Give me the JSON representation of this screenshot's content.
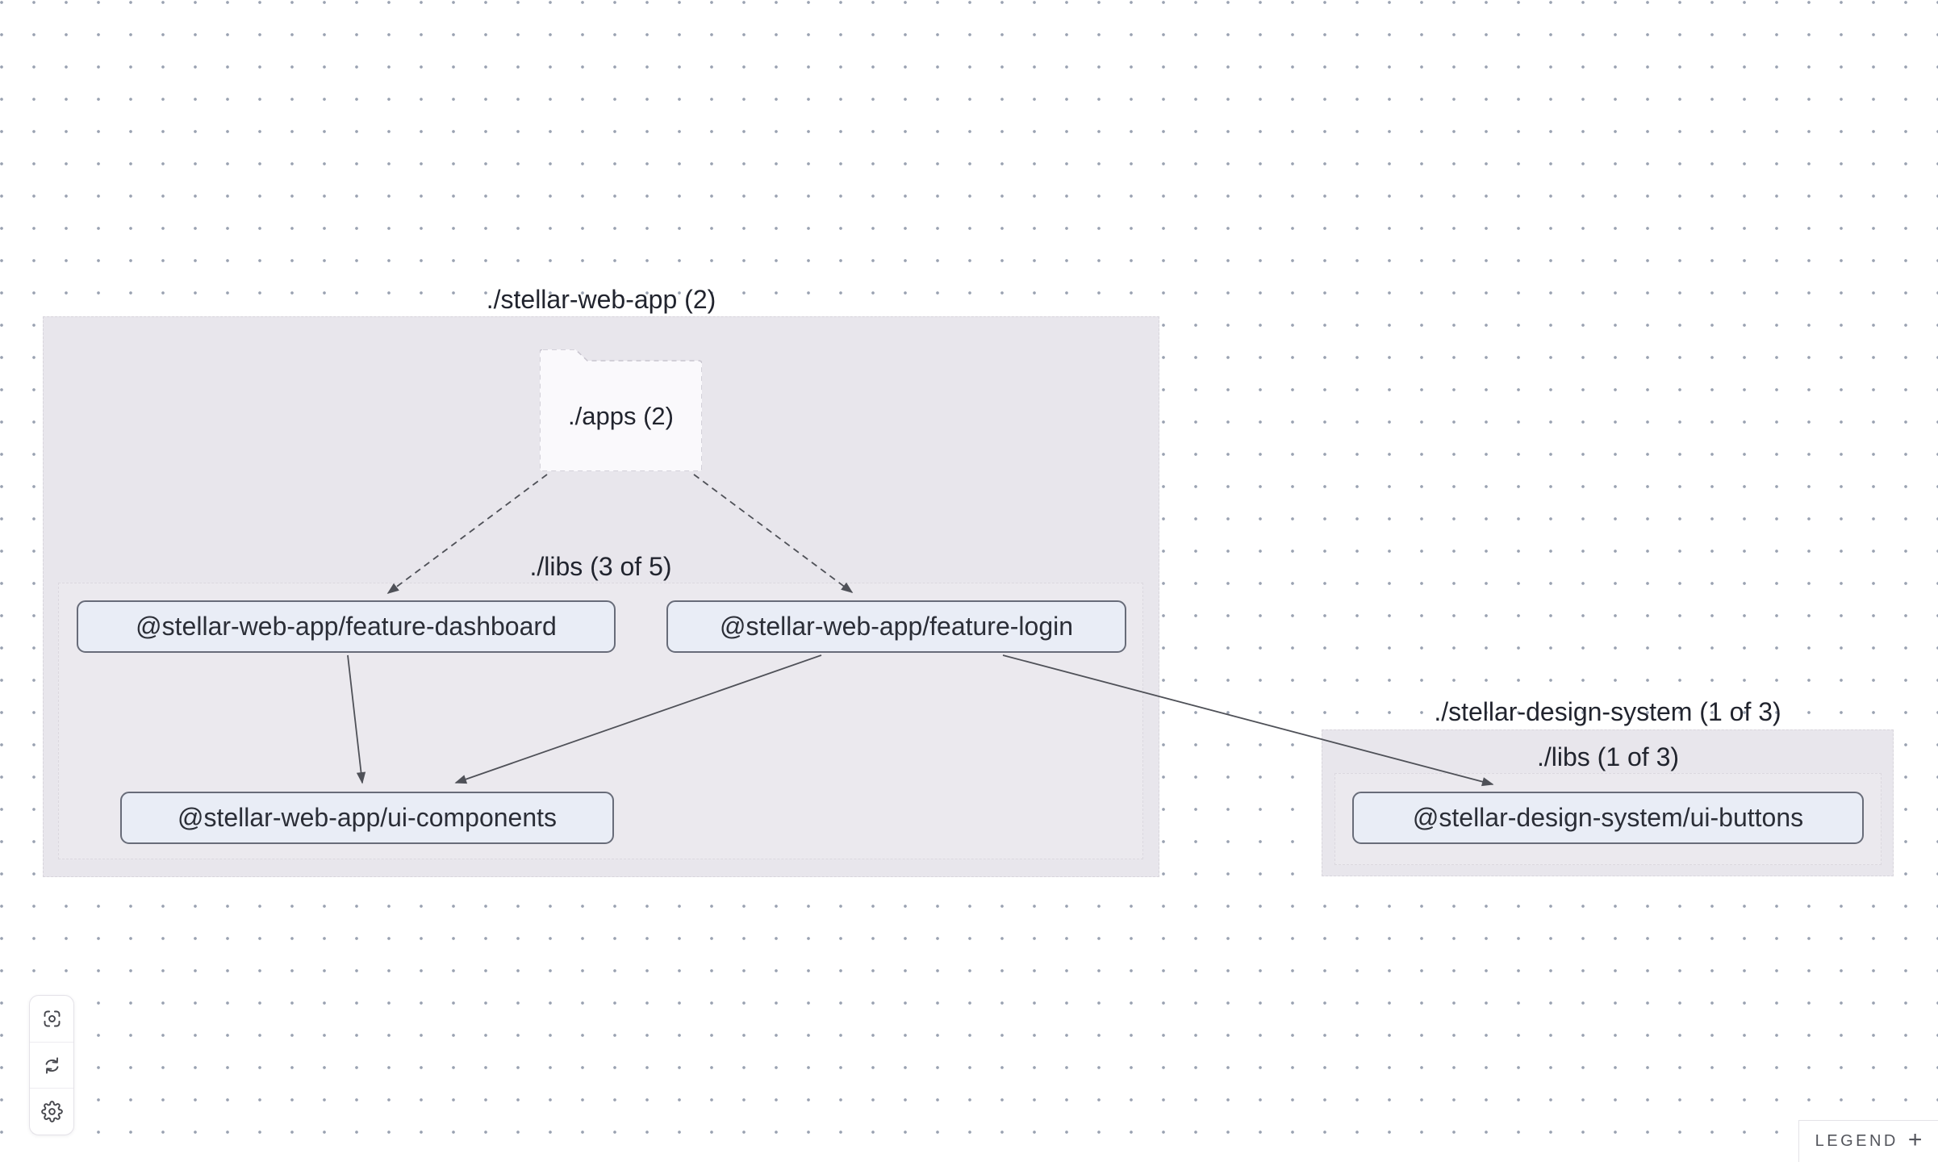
{
  "colors": {
    "canvas_bg": "#ffffff",
    "dot": "#9aa2b1",
    "container_fill": "#e8e6ec",
    "subfolder_fill": "#ebe9ee",
    "node_fill": "#e9edf6",
    "node_border": "#686c79",
    "edge": "#4f5158",
    "label_text": "#21242e",
    "node_text": "#2b2e37"
  },
  "graph": {
    "containers": [
      {
        "name": "stellar-web-app",
        "label": "./stellar-web-app (2)"
      },
      {
        "name": "stellar-web-app-libs",
        "label": "./libs (3 of 5)"
      },
      {
        "name": "stellar-design-system",
        "label": "./stellar-design-system (1 of 3)"
      },
      {
        "name": "stellar-design-system-libs",
        "label": "./libs (1 of 3)"
      }
    ],
    "composite_node": {
      "label": "./apps (2)"
    },
    "nodes": [
      {
        "label": "@stellar-web-app/feature-dashboard"
      },
      {
        "label": "@stellar-web-app/feature-login"
      },
      {
        "label": "@stellar-web-app/ui-components"
      },
      {
        "label": "@stellar-design-system/ui-buttons"
      }
    ],
    "edges": [
      {
        "from": "./apps",
        "to": "@stellar-web-app/feature-dashboard",
        "style": "dashed"
      },
      {
        "from": "./apps",
        "to": "@stellar-web-app/feature-login",
        "style": "dashed"
      },
      {
        "from": "@stellar-web-app/feature-dashboard",
        "to": "@stellar-web-app/ui-components",
        "style": "solid"
      },
      {
        "from": "@stellar-web-app/feature-login",
        "to": "@stellar-web-app/ui-components",
        "style": "solid"
      },
      {
        "from": "@stellar-web-app/feature-login",
        "to": "@stellar-design-system/ui-buttons",
        "style": "solid"
      }
    ]
  },
  "toolbar": {
    "buttons": [
      {
        "icon": "focus-icon"
      },
      {
        "icon": "refresh-icon"
      },
      {
        "icon": "settings-icon"
      }
    ]
  },
  "legend": {
    "label": "LEGEND",
    "expand_symbol": "+"
  }
}
